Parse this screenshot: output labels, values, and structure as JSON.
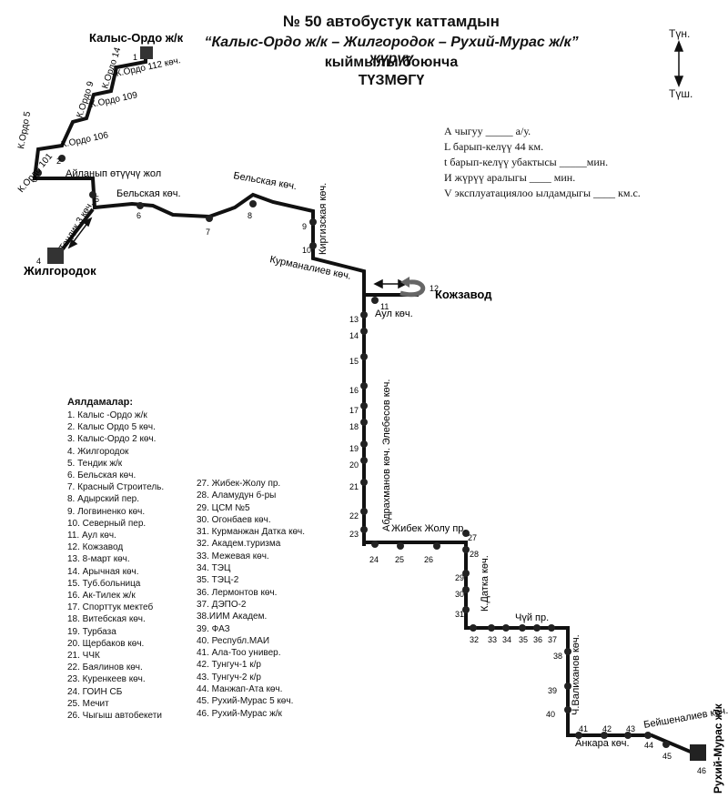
{
  "title": {
    "line1": "№ 50 автобустук каттамдын",
    "line2": "“Калыс-Ордо  ж/к – Жилгородок – Рухий-Мурас ж/к” жүрүү",
    "line3": "кыймылы боюнча",
    "line4": "ТҮЗМӨГҮ"
  },
  "compass": {
    "north": "Түн.",
    "south": "Түш."
  },
  "info": {
    "line1": "А чыгуу  _____ а/у.",
    "line2": "L барып-келүү  44 км.",
    "line3": "t барып-келүү убактысы _____мин.",
    "line4": "И жүрүү аралыгы ____    мин.",
    "line5": "V эксплуатациялоо ылдамдыгы ____ км.с."
  },
  "places": {
    "kalys_ordo": "Калыс-Ордо ж/к",
    "zhilgorodok": "Жилгородок",
    "kozhzavod": "Кожзавод",
    "rukhiy_muras": "Рухий-Мурас ж/к"
  },
  "streets": {
    "k_ordo_112": "К.Ордо 112 көч.",
    "k_ordo_14": "К.Ордо 14",
    "k_ordo_109": "К.Ордо 109",
    "k_ordo_9": "К.Ордо 9",
    "k_ordo_106": "К.Ордо 106",
    "k_ordo_5": "К.Ордо 5",
    "k_ordo_101": "К.Ордо 101",
    "ailanyp": "Айланып өтүүчү жол",
    "tendik3": "Тендик 3 көч.",
    "belskaya1": "Бельская көч.",
    "belskaya2": "Бельская көч.",
    "kirgizskaya": "Киргизская көч.",
    "kurmanaliev": "Курманалиев көч.",
    "aul": "Аул көч.",
    "elebesov": "Абдрахманов көч.  Элебесов көч.",
    "zhibek": "Жибек Жолу пр.",
    "datka": "К.Датка көч.",
    "chuy": "Чүй пр.",
    "valikhanov": "Ч.Валиханов көч.",
    "beishenaliev": "Бейшеналиев көч.",
    "ankara": "Анкара көч."
  },
  "stop_numbers": [
    "1",
    "2",
    "3",
    "4",
    "5",
    "6",
    "7",
    "8",
    "9",
    "10",
    "11",
    "12",
    "13",
    "14",
    "15",
    "16",
    "17",
    "18",
    "19",
    "20",
    "21",
    "22",
    "23",
    "24",
    "25",
    "26",
    "27",
    "28",
    "29",
    "30",
    "31",
    "32",
    "33",
    "34",
    "35",
    "36",
    "37",
    "38",
    "39",
    "40",
    "41",
    "42",
    "43",
    "44",
    "45",
    "46"
  ],
  "stops_title": "Аялдамалар:",
  "stops_col1": [
    "1. Калыс -Ордо ж/к",
    "2. Калыс Ордо 5 көч.",
    "3. Калыс-Ордо 2 көч.",
    "4.  Жилгородок",
    "5. Тендик ж/к",
    "6. Бельская көч.",
    "7. Красный Строитель.",
    "8. Адырский  пер.",
    "9. Логвиненко көч.",
    "10. Северный пер.",
    "11. Аул көч.",
    "12. Кожзавод",
    "13. 8-март көч.",
    "14. Арычная көч.",
    "15. Туб.больница",
    "16. Ак-Тилек ж/к",
    "17. Спорттук мектеб",
    "18. Витебская көч.",
    "19. Турбаза",
    "20. Щербаков көч.",
    "21. ЧЧК",
    "22. Баялинов көч.",
    "23. Куренкеев көч.",
    "24. ГОИН СБ",
    "25. Мечит",
    "26. Чыгыш автобекети"
  ],
  "stops_col2": [
    "27. Жибек-Жолу пр.",
    "28.  Аламудун б-ры",
    "29.  ЦСМ №5",
    "30. Огонбаев көч.",
    "31. Курманжан Датка көч.",
    "32. Академ.туризма",
    "33. Межевая көч.",
    "34. ТЭЦ",
    "35. ТЭЦ-2",
    "36. Лермонтов көч.",
    "37. ДЭПО-2",
    "38.ИИМ Академ.",
    "39. ФАЗ",
    "40. Республ.МАИ",
    "41. Ала-Тоо универ.",
    "42. Тунгуч-1 к/р",
    "43. Тунгуч-2 к/р",
    "44. Манжап-Ата көч.",
    "45. Рухий-Мурас 5 көч.",
    "46. Рухий-Мурас ж/к"
  ]
}
